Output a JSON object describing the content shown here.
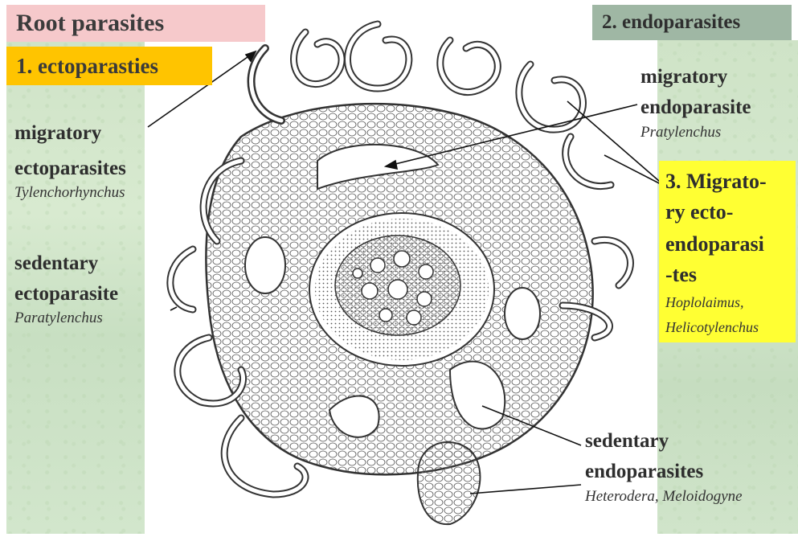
{
  "headers": {
    "root_parasites": "Root parasites",
    "ectoparasites": "1. ectoparasties",
    "endoparasites": "2. endoparasites"
  },
  "labels": {
    "migratory_ecto_l1": "migratory",
    "migratory_ecto_l2": "ectoparasites",
    "migratory_ecto_species": "Tylenchorhynchus",
    "sedentary_ecto_l1": "sedentary",
    "sedentary_ecto_l2": "ectoparasite",
    "sedentary_ecto_species": "Paratylenchus",
    "migratory_endo_l1": "migratory",
    "migratory_endo_l2": "endoparasite",
    "migratory_endo_species": "Pratylenchus",
    "ecto_endo_l1": "3. Migrato-",
    "ecto_endo_l2": "ry ecto-",
    "ecto_endo_l3": "endoparasi",
    "ecto_endo_l4": "-tes",
    "ecto_endo_species_1": "Hoplolaimus,",
    "ecto_endo_species_2": "Helicotylenchus",
    "sedentary_endo_l1": "sedentary",
    "sedentary_endo_l2": "endoparasites",
    "sedentary_endo_species": "Heterodera, Meloidogyne"
  },
  "colors": {
    "pink_header": "#f6c9cb",
    "orange_header": "#ffc400",
    "sage_header": "#9fb7a4",
    "yellow_box": "#ffff33",
    "green_background": "#cfe3c7"
  }
}
